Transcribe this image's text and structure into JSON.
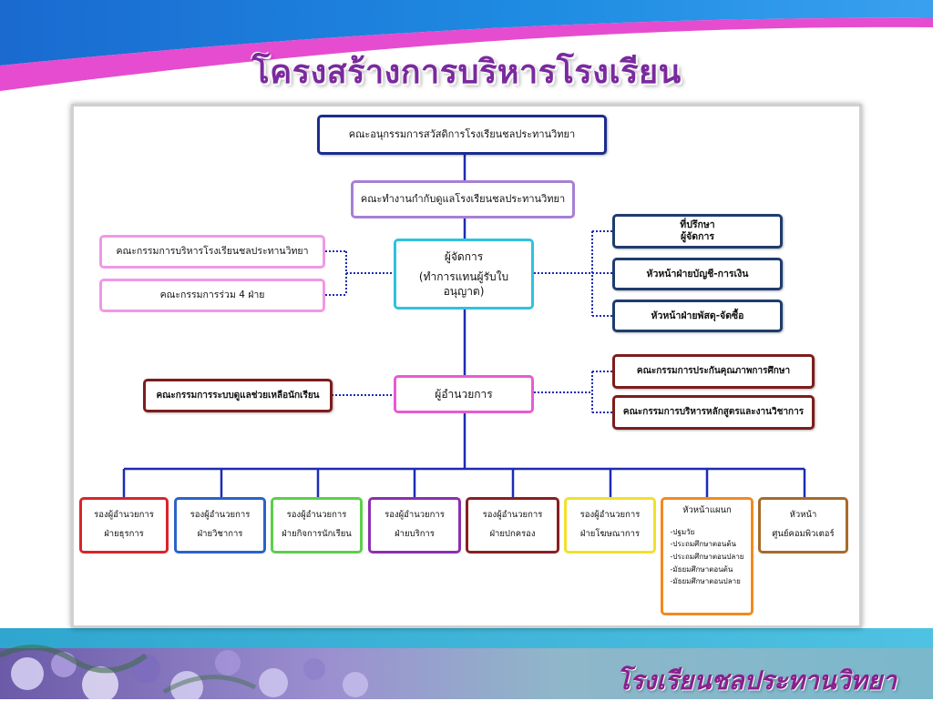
{
  "slide": {
    "title": "โครงสร้างการบริหารโรงเรียน",
    "footer": "โรงเรียนชลประทานวิทยา"
  },
  "org": {
    "committee_welfare": "คณะอนุกรรมการสวัสดิการโรงเรียนชลประทานวิทยา",
    "working_group": "คณะทำงานกำกับดูแลโรงเรียนชลประทานวิทยา",
    "admin_committee": "คณะกรรมการบริหารโรงเรียนชลประทานวิทยา",
    "joint_committee": "คณะกรรมการร่วม 4 ฝ่าย",
    "manager_title": "ผู้จัดการ",
    "manager_note": "(ทำการแทนผู้รับใบอนุญาต)",
    "advisor_line1": "ที่ปรึกษา",
    "advisor_line2": "ผู้จัดการ",
    "head_accounting": "หัวหน้าฝ่ายบัญชี-การเงิน",
    "head_procurement": "หัวหน้าฝ่ายพัสดุ-จัดซื้อ",
    "director": "ผู้อำนวยการ",
    "student_support": "คณะกรรมการระบบดูแลช่วยเหลือนักเรียน",
    "quality_committee": "คณะกรรมการประกันคุณภาพการศึกษา",
    "curriculum_committee": "คณะกรรมการบริหารหลักสูตรและงานวิชาการ"
  },
  "departments": [
    {
      "line1": "รองผู้อำนวยการ",
      "line2": "ฝ่ายธุรการ",
      "color": "#d8252c"
    },
    {
      "line1": "รองผู้อำนวยการ",
      "line2": "ฝ่ายวิชาการ",
      "color": "#2a63c8"
    },
    {
      "line1": "รองผู้อำนวยการ",
      "line2": "ฝ่ายกิจการนักเรียน",
      "color": "#5ccf4a"
    },
    {
      "line1": "รองผู้อำนวยการ",
      "line2": "ฝ่ายบริการ",
      "color": "#8c2fb0"
    },
    {
      "line1": "รองผู้อำนวยการ",
      "line2": "ฝ่ายปกครอง",
      "color": "#8a1f22"
    },
    {
      "line1": "รองผู้อำนวยการ",
      "line2": "ฝ่ายโฆษณาการ",
      "color": "#f2e12a"
    },
    {
      "line1": "หัวหน้าแผนก",
      "items": [
        "-ปฐมวัย",
        "-ประถมศึกษาตอนต้น",
        "-ประถมศึกษาตอนปลาย",
        "-มัธยมศึกษาตอนต้น",
        "-มัธยมศึกษาตอนปลาย"
      ],
      "color": "#f28a1f"
    },
    {
      "line1": "หัวหน้า",
      "line2": "ศูนย์คอมพิวเตอร์",
      "color": "#a86a2a"
    }
  ],
  "colors": {
    "connector": "#1c2bb5",
    "title": "#7a2a9e",
    "header_band_top": "#1565c0",
    "header_band_bottom": "#e64ccf",
    "footer_band": "#3db3d6"
  }
}
